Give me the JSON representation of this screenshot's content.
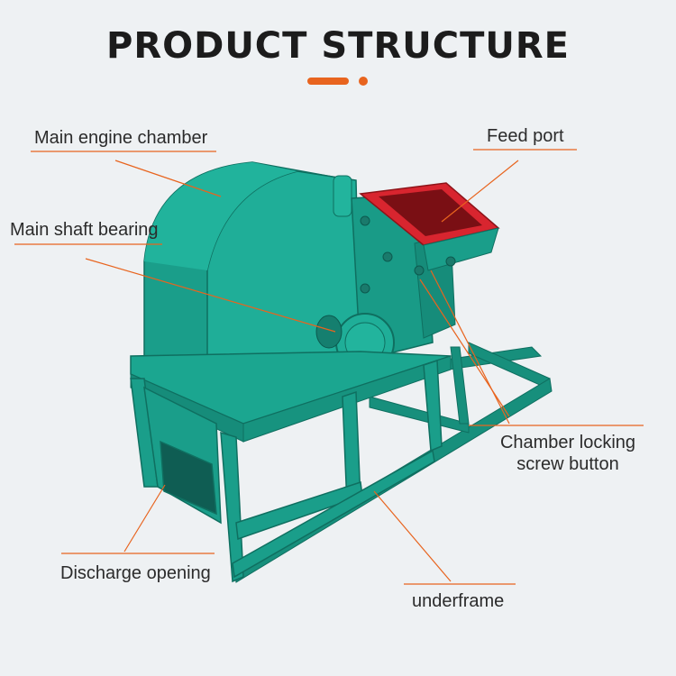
{
  "title": "PRODUCT STRUCTURE",
  "accent_color": "#e8641e",
  "machine_colors": {
    "body": "#1a9e8a",
    "feed_port": "#d8252f"
  },
  "labels": {
    "main_engine_chamber": "Main engine chamber",
    "main_shaft_bearing": "Main shaft bearing",
    "feed_port": "Feed port",
    "chamber_locking_line1": "Chamber locking",
    "chamber_locking_line2": "screw button",
    "discharge_opening": "Discharge opening",
    "underframe": "underframe"
  }
}
